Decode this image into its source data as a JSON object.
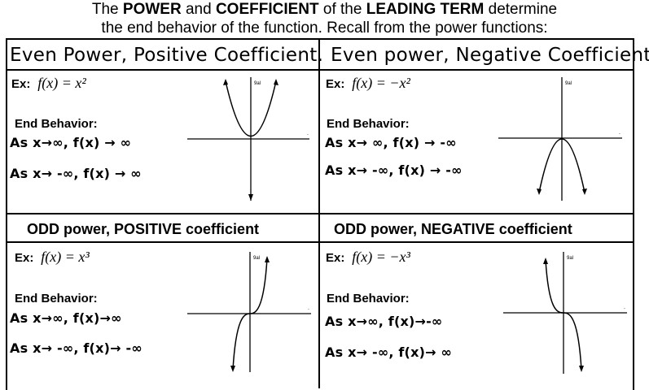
{
  "intro": {
    "line1_a": "The ",
    "line1_b": "POWER",
    "line1_c": " and ",
    "line1_d": "COEFFICIENT",
    "line1_e": " of the ",
    "line1_f": "LEADING TERM",
    "line1_g": " determine",
    "line2": "the end behavior of the function.  Recall from the power functions:"
  },
  "cells": [
    {
      "title": "Even Power, Positive Coefficient.",
      "ex_label": "Ex:",
      "equation": "f(x) = x²",
      "end_behavior_label": "End Behavior:",
      "rule1": "As x→∞, f(x) → ∞",
      "rule2": "As x→ -∞, f(x) → ∞",
      "axis_label": "9al"
    },
    {
      "title": "Even power, Negative Coefficient",
      "ex_label": "Ex:",
      "equation": "f(x) = −x²",
      "end_behavior_label": "End Behavior:",
      "rule1": "As x→ ∞, f(x) → -∞",
      "rule2": "As x→ -∞, f(x) → -∞",
      "axis_label": "9al"
    },
    {
      "title": "ODD power, POSITIVE coefficient",
      "ex_label": "Ex:",
      "equation": "f(x) = x³",
      "end_behavior_label": "End Behavior:",
      "rule1": "As x→∞, f(x)→∞",
      "rule2": "As x→ -∞, f(x)→ -∞",
      "axis_label": "9al"
    },
    {
      "title": "ODD power, NEGATIVE coefficient",
      "ex_label": "Ex:",
      "equation": "f(x) = −x³",
      "end_behavior_label": "End Behavior:",
      "rule1": "As x→∞, f(x)→-∞",
      "rule2": "As x→ -∞, f(x)→ ∞",
      "axis_label": "9al"
    }
  ]
}
